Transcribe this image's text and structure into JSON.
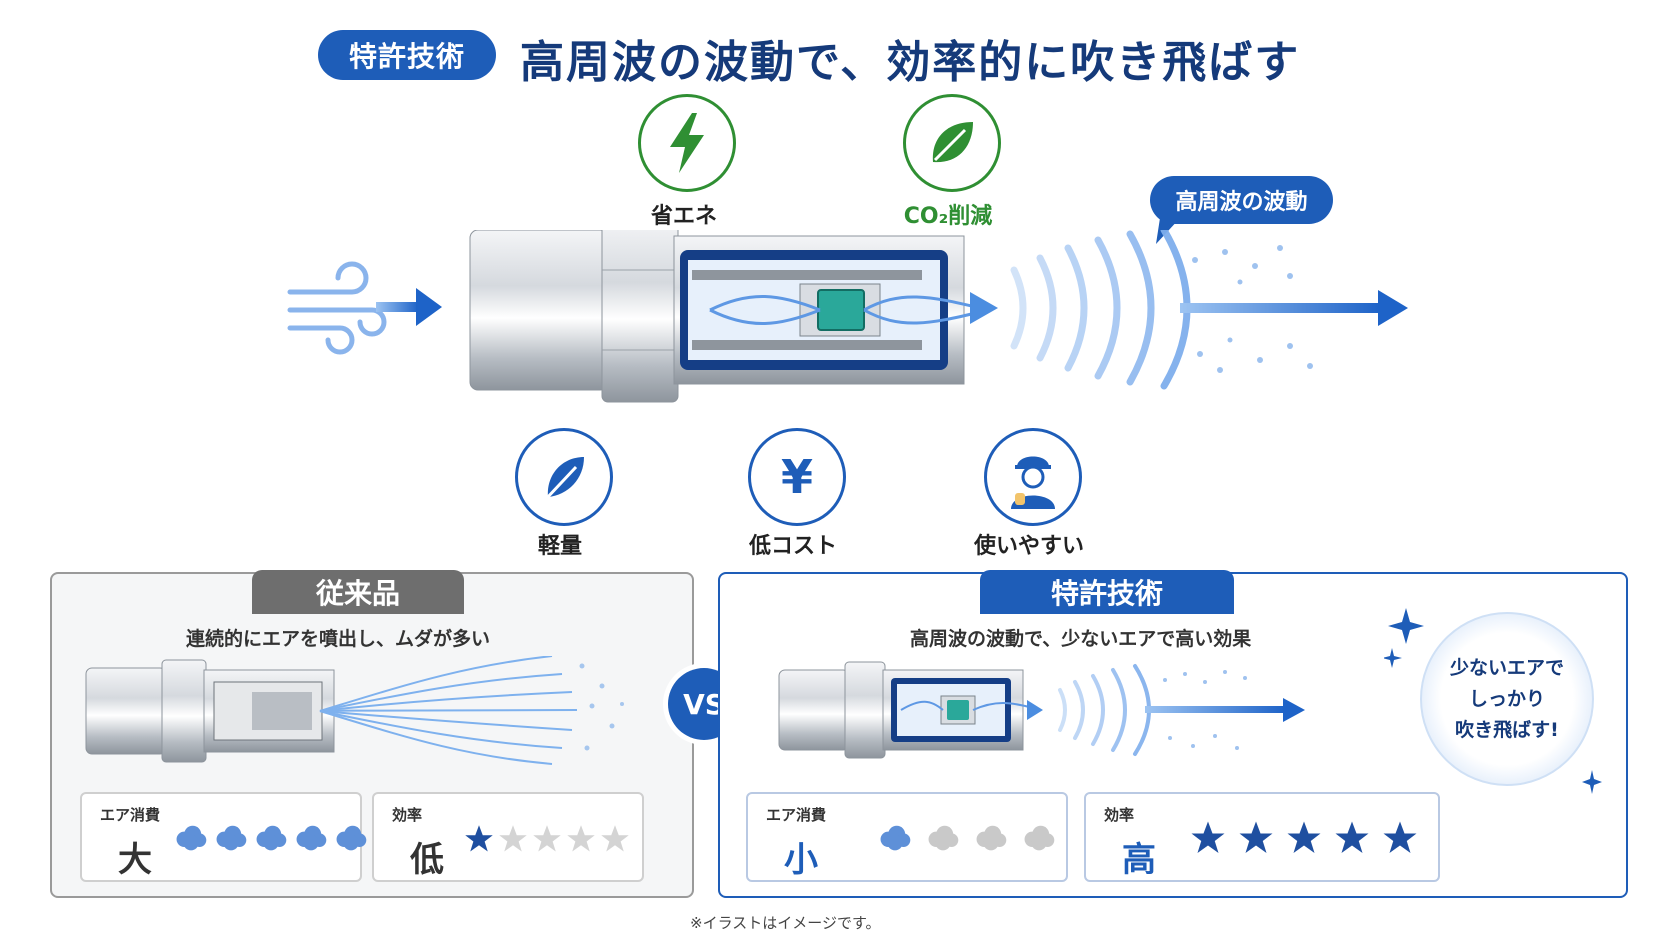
{
  "header": {
    "badge": "特許技術",
    "headline": "高周波の波動で、効率的に吹き飛ばす"
  },
  "features_top": [
    {
      "label": "省エネ",
      "icon": "lightning-icon",
      "color": "#2f8f33"
    },
    {
      "label": "CO₂削減",
      "icon": "leaf-icon",
      "color": "#2f8f33"
    }
  ],
  "bubble": "高周波の波動",
  "features_bottom": [
    {
      "label": "軽量",
      "icon": "feather-icon"
    },
    {
      "label": "低コスト",
      "icon": "yen-icon"
    },
    {
      "label": "使いやすい",
      "icon": "worker-icon"
    }
  ],
  "comparison": {
    "old": {
      "tab": "従来品",
      "caption": "連続的にエアを噴出し、ムダが多い",
      "air_label": "エア消費",
      "air_value": "大",
      "air_clouds_filled": 5,
      "eff_label": "効率",
      "eff_value": "低",
      "eff_stars": 1
    },
    "vs": "VS",
    "new": {
      "tab": "特許技術",
      "caption": "高周波の波動で、少ないエアで高い効果",
      "air_label": "エア消費",
      "air_value": "小",
      "air_clouds_filled": 1,
      "eff_label": "効率",
      "eff_value": "高",
      "eff_stars": 5,
      "callout_lines": [
        "少ないエアで",
        "しっかり",
        "吹き飛ばす!"
      ]
    }
  },
  "footnote": "※イラストはイメージです。",
  "colors": {
    "brand_blue": "#1e5db8",
    "navy": "#153a7a",
    "green": "#2f8f33",
    "gray_tab": "#6e6e6e",
    "cloud_blue": "#5e90d8",
    "cloud_gray": "#c9c9c9",
    "star_blue": "#1f4fa0",
    "star_gray": "#d4d4d4"
  }
}
